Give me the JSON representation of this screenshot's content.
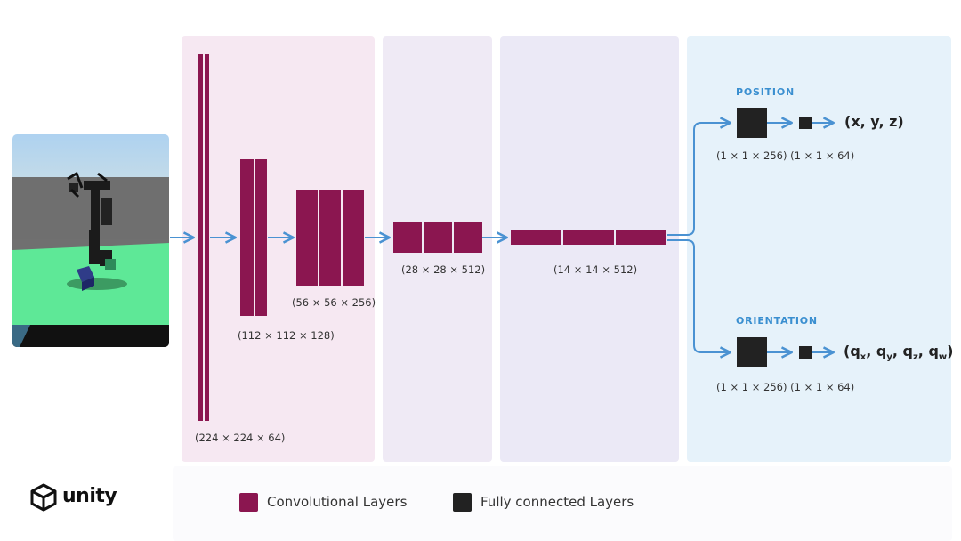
{
  "colors": {
    "conv": "#8b1650",
    "fc": "#222222",
    "arrow": "#4a92d2",
    "heading": "#3a8fd0",
    "panel_pink": "#f6e8f2",
    "panel_lilac": "#efeaf5",
    "panel_lavender": "#ebe9f6",
    "panel_blue": "#e6f2fa"
  },
  "icons": {
    "logo": "unity-cube-icon",
    "arrow": "arrow-right-icon"
  },
  "brand": {
    "name": "unity"
  },
  "layers": {
    "conv1": {
      "dims": "(224 × 224 × 64)"
    },
    "conv2": {
      "dims": "(112 × 112 × 128)"
    },
    "conv3": {
      "dims": "(56 × 56 × 256)"
    },
    "conv4": {
      "dims": "(28 × 28 × 512)"
    },
    "conv5": {
      "dims": "(14 × 14 × 512)"
    }
  },
  "heads": {
    "position": {
      "title": "POSITION",
      "dims": "(1 × 1 × 256) (1 × 1 × 64)",
      "output": "(x, y, z)"
    },
    "orientation": {
      "title": "ORIENTATION",
      "dims": "(1 × 1 × 256) (1 × 1 × 64)",
      "output_open": "(q",
      "output_parts": [
        "x",
        "y",
        "z",
        "w"
      ],
      "sep": ", q",
      "output_close": ")"
    }
  },
  "legend": {
    "conv_label": "Convolutional Layers",
    "fc_label": "Fully connected Layers"
  }
}
